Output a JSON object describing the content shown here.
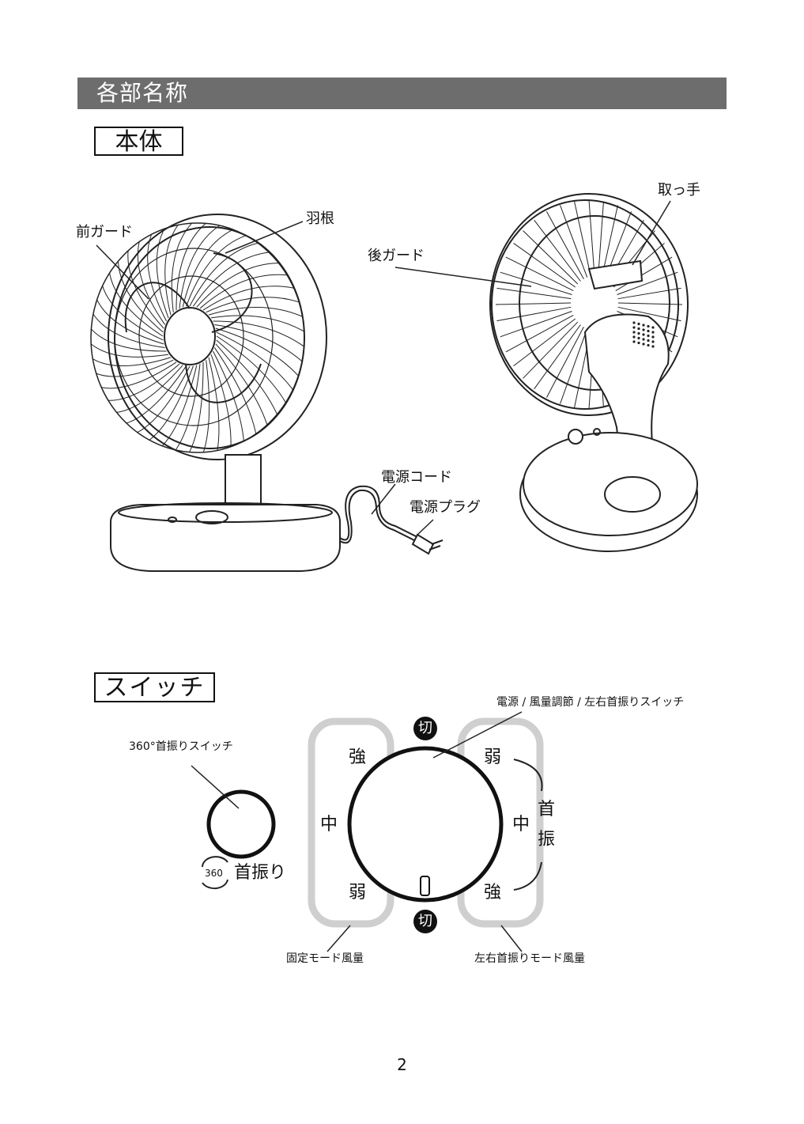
{
  "section": {
    "title": "各部名称"
  },
  "body_section": {
    "title": "本体",
    "labels": {
      "front_guard": "前ガード",
      "blade": "羽根",
      "handle": "取っ手",
      "rear_guard": "後ガード",
      "power_cord": "電源コード",
      "power_plug": "電源プラグ"
    }
  },
  "switch_section": {
    "title": "スイッチ",
    "swing360_switch_label": "360°首振りスイッチ",
    "swing360_icon_text": "360",
    "swing360_caption": "首振り",
    "main_switch_label": "電源 / 風量調節 / 左右首振りスイッチ",
    "off": "切",
    "left_strong": "強",
    "left_mid": "中",
    "left_weak": "弱",
    "right_weak": "弱",
    "right_mid": "中",
    "right_strong": "強",
    "swing_char1": "首",
    "swing_char2": "振",
    "fixed_mode_label": "固定モード風量",
    "swing_mode_label": "左右首振りモード風量"
  },
  "page_number": "2"
}
